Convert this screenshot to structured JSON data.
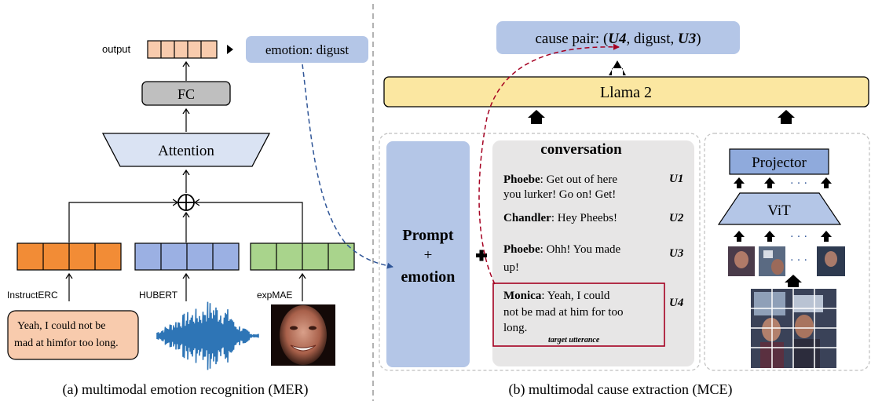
{
  "left_panel": {
    "output_label": "output",
    "emotion_box": "emotion: digust",
    "fc_label": "FC",
    "attention_label": "Attention",
    "plus_symbol": "⊕",
    "encoders": [
      {
        "name": "InstructERC",
        "color": "#f28c36"
      },
      {
        "name": "HUBERT",
        "color": "#9bb0e3"
      },
      {
        "name": "expMAE",
        "color": "#a9d48c"
      }
    ],
    "utterance_text_line1": "Yeah, I could not be",
    "utterance_text_line2": "mad at himfor too long.",
    "caption": "(a) multimodal emotion recognition (MER)"
  },
  "right_panel": {
    "cause_pair_prefix": "cause pair: (",
    "cause_u4": "U4",
    "cause_middle": ", digust, ",
    "cause_u3": "U3",
    "cause_suffix": ")",
    "llama_label": "Llama 2",
    "prompt_line1": "Prompt",
    "prompt_line2": "+",
    "prompt_line3": "emotion",
    "plus_symbol": "✚",
    "conversation_title": "conversation",
    "utterances": [
      {
        "speaker": "Phoebe",
        "line1": ": Get out of here",
        "line2": "you lurker! Go on! Get!",
        "id": "U1"
      },
      {
        "speaker": "Chandler",
        "line1": ": Hey Pheebs!",
        "line2": "",
        "id": "U2"
      },
      {
        "speaker": "Phoebe",
        "line1": ": Ohh! You made",
        "line2": "up!",
        "id": "U3"
      },
      {
        "speaker": "Monica",
        "line1": ": Yeah, I could",
        "line2": "not be mad at him for too",
        "line3": "long.",
        "id": "U4"
      }
    ],
    "target_label": "target utterance",
    "projector_label": "Projector",
    "vit_label": "ViT",
    "ellipsis": "· · ·",
    "caption": "(b) multimodal cause extraction (MCE)"
  },
  "colors": {
    "orange": "#f28c36",
    "blue": "#9bb0e3",
    "green": "#a9d48c",
    "light_blue_box": "#b4c6e7",
    "llama_yellow": "#fbe7a1",
    "fc_gray": "#bfbfbf",
    "attention_fill": "#dae3f3",
    "utterance_peach": "#f8cbad",
    "audio_blue": "#2e75b6",
    "cause_red": "#a50021"
  }
}
